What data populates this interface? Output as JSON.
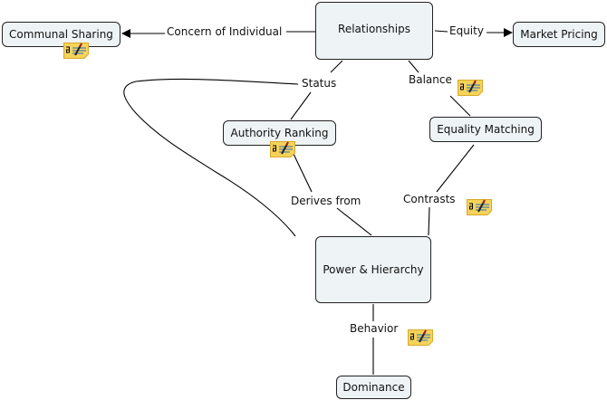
{
  "concepts": {
    "relationships": "Relationships",
    "communal_sharing": "Communal Sharing",
    "market_pricing": "Market Pricing",
    "authority_ranking": "Authority Ranking",
    "equality_matching": "Equality Matching",
    "power_hierarchy": "Power & Hierarchy",
    "dominance": "Dominance"
  },
  "links": {
    "concern": "Concern of Individual",
    "equity": "Equity",
    "status": "Status",
    "balance": "Balance",
    "derives": "Derives from",
    "contrasts": "Contrasts",
    "behavior": "Behavior"
  },
  "colors": {
    "node_fill": "#eef3f5",
    "note_icon": "#f5d35a"
  },
  "icons": {
    "annotation": "note-pencil-icon"
  }
}
